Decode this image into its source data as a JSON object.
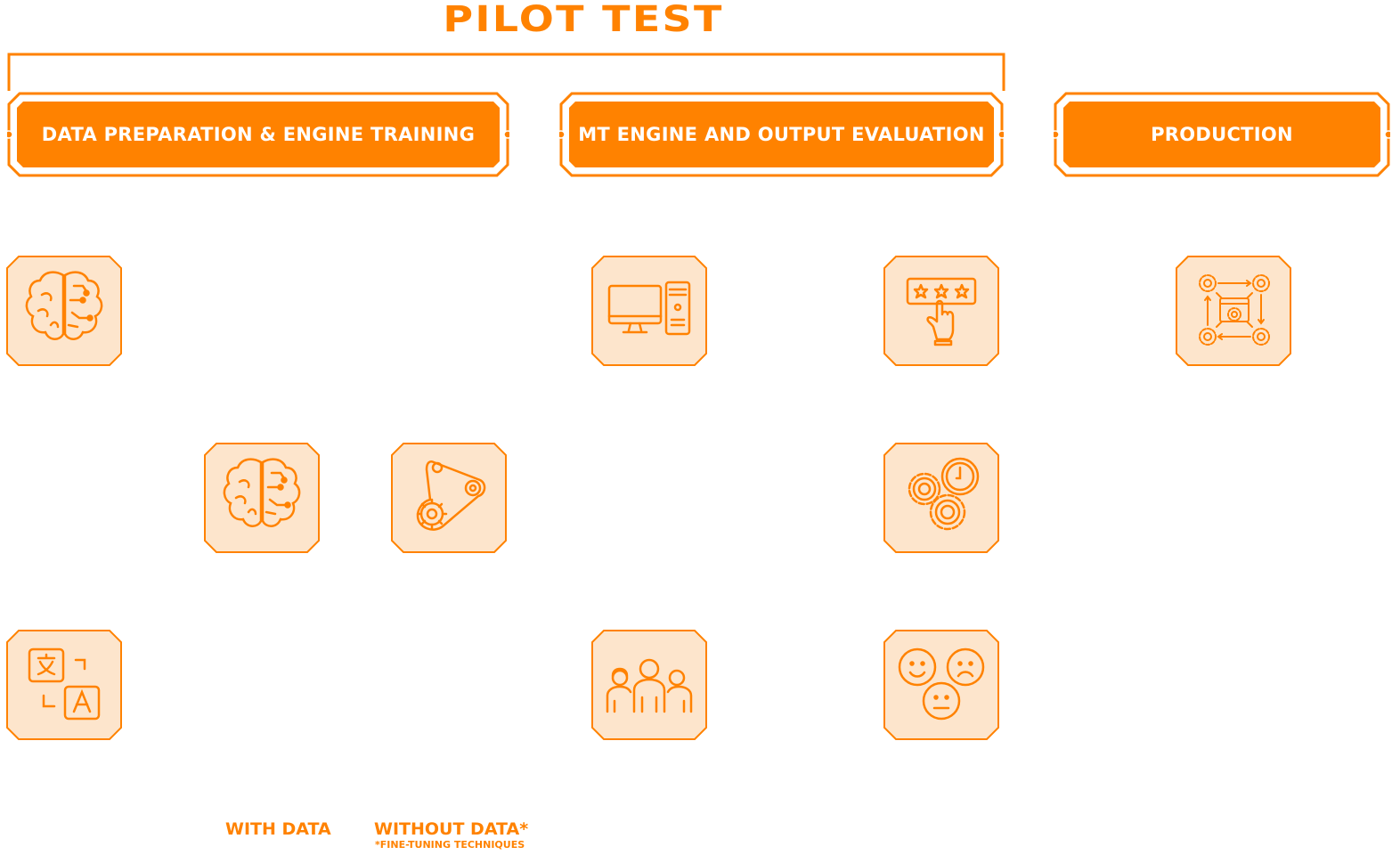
{
  "title": "PILOT TEST",
  "colors": {
    "accent": "#ff8200",
    "tile_fill": "#fde5cc",
    "white": "#ffffff"
  },
  "phases": [
    {
      "label": "DATA PREPARATION & ENGINE TRAINING"
    },
    {
      "label": "MT ENGINE AND OUTPUT EVALUATION"
    },
    {
      "label": "PRODUCTION"
    }
  ],
  "icons": [
    {
      "name": "brain-icon"
    },
    {
      "name": "brain-icon"
    },
    {
      "name": "belt-gear-icon"
    },
    {
      "name": "translation-icon"
    },
    {
      "name": "computer-icon"
    },
    {
      "name": "team-icon"
    },
    {
      "name": "star-rating-icon"
    },
    {
      "name": "gears-clock-icon"
    },
    {
      "name": "emotions-icon"
    },
    {
      "name": "workflow-gears-icon"
    }
  ],
  "captions": {
    "with_data": "WITH DATA",
    "without_data": "WITHOUT DATA*",
    "footnote": "*FINE-TUNING TECHNIQUES"
  }
}
